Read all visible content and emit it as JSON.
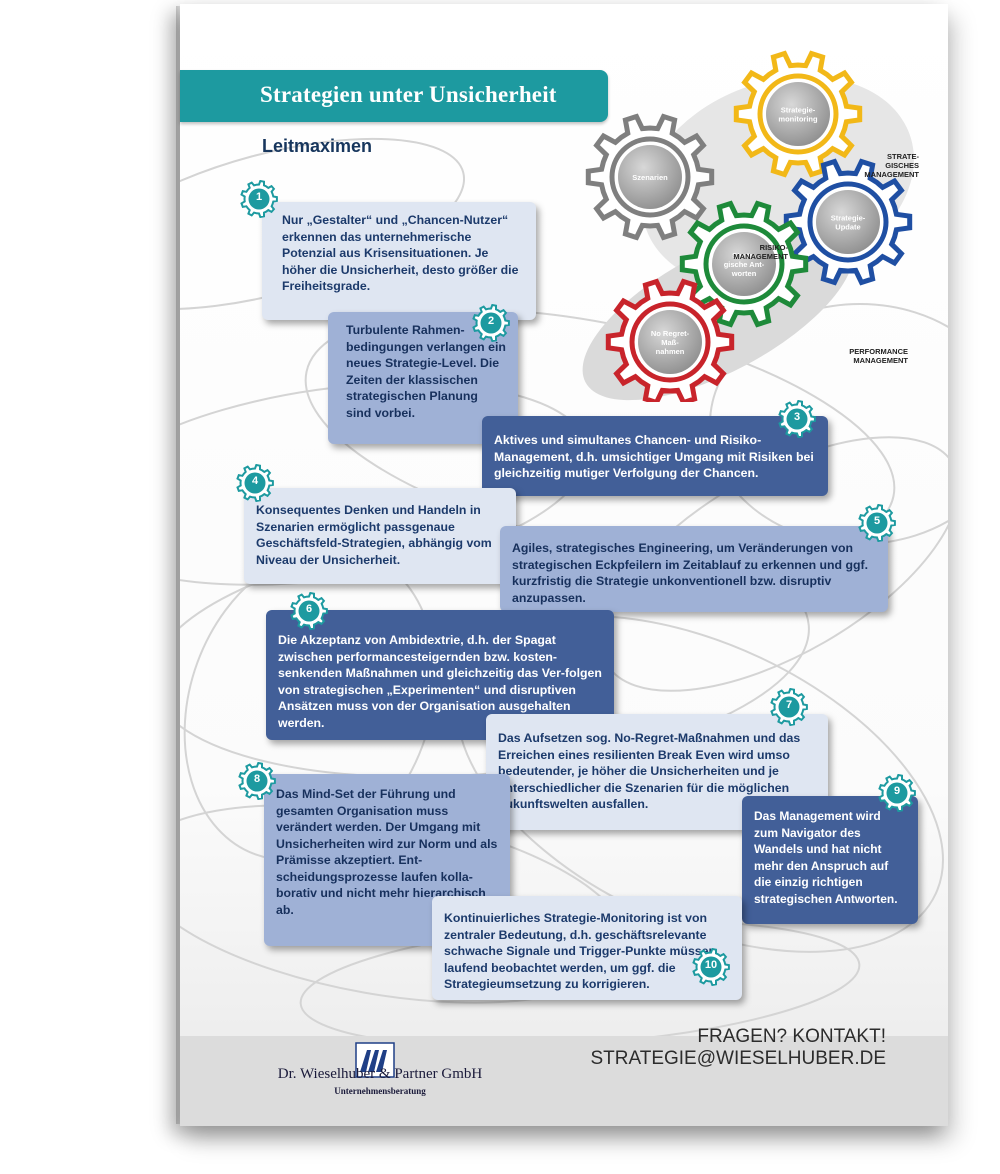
{
  "header": {
    "title": "Strategien unter Unsicherheit",
    "subtitle": "Leitmaximen"
  },
  "colors": {
    "teal": "#1d9aa0",
    "light_box": "#dfe6f2",
    "mid_box": "#9fb1d6",
    "dark_box": "#425f98",
    "gear_gray": "#7f7f7f",
    "gear_yellow": "#f2b818",
    "gear_blue": "#1f4fa3",
    "gear_green": "#1e8a3a",
    "gear_red": "#c8242b"
  },
  "diagram": {
    "gears": [
      {
        "icon": "gear-icon",
        "label": "Szenarien"
      },
      {
        "icon": "gear-icon",
        "label": "Strategie-\nmonitoring"
      },
      {
        "icon": "gear-icon",
        "label": "Strategie-\nUpdate"
      },
      {
        "icon": "gear-icon",
        "label": "Strate-\ngische Ant-\nworten"
      },
      {
        "icon": "gear-icon",
        "label": "No Regret-\nMaß-\nnahmen"
      }
    ],
    "area_labels": {
      "strategisches": "STRATE-\nGISCHES\nMANAGEMENT",
      "risiko": "RISIKO-\nMANAGEMENT",
      "performance": "PERFORMANCE\nMANAGEMENT"
    }
  },
  "maxims": [
    {
      "number": "1",
      "text": "Nur „Gestalter“ und „Chancen-Nutzer“ erkennen das unternehmerische Potenzial aus Krisensituationen. Je höher die Unsicherheit, desto größer die Freiheitsgrade."
    },
    {
      "number": "2",
      "text": "Turbulente Rahmen-bedingungen verlangen ein neues Strategie-Level. Die Zeiten der klassischen strategischen Planung sind vorbei."
    },
    {
      "number": "3",
      "text": "Aktives und simultanes Chancen- und Risiko-Management, d.h. umsichtiger Umgang mit Risiken bei gleichzeitig mutiger Verfolgung der Chancen."
    },
    {
      "number": "4",
      "text": "Konsequentes Denken und Handeln in Szenarien ermöglicht passgenaue Geschäftsfeld-Strategien, abhängig vom Niveau der Unsicherheit."
    },
    {
      "number": "5",
      "text": "Agiles, strategisches Engineering, um Veränderungen von strategischen Eckpfeilern im Zeitablauf zu erkennen und ggf. kurzfristig die Strategie unkonventionell bzw. disruptiv anzupassen."
    },
    {
      "number": "6",
      "text": "Die Akzeptanz von Ambidextrie, d.h. der Spagat zwischen performancesteigernden bzw. kosten-senkenden Maßnahmen und gleichzeitig das Ver-folgen von strategischen „Experimenten“ und disruptiven Ansätzen muss von der Organisation ausgehalten werden."
    },
    {
      "number": "7",
      "text": "Das Aufsetzen sog. No-Regret-Maßnahmen und das Erreichen eines resilienten Break Even wird umso bedeutender, je höher die Unsicherheiten und je unterschiedlicher die Szenarien für die möglichen Zukunftswelten ausfallen."
    },
    {
      "number": "8",
      "text": "Das Mind-Set der Führung und gesamten Organisation muss verändert werden. Der Umgang mit Unsicherheiten wird zur Norm und als Prämisse akzeptiert. Ent-scheidungsprozesse laufen kolla-borativ und nicht mehr hierarchisch ab."
    },
    {
      "number": "9",
      "text": "Das Management wird zum Navigator des Wandels und hat nicht mehr den Anspruch auf die einzig richtigen strategischen Antworten."
    },
    {
      "number": "10",
      "text": "Kontinuierliches Strategie-Monitoring ist von zentraler Bedeutung, d.h. geschäftsrelevante schwache Signale und Trigger-Punkte müssen laufend beobachtet werden, um ggf. die Strategieumsetzung zu korrigieren."
    }
  ],
  "footer": {
    "company": "Dr. Wieselhuber & Partner GmbH",
    "company_sub": "Unternehmensberatung",
    "contact_heading": "FRAGEN? KONTAKT!",
    "email": "STRATEGIE@WIESELHUBER.DE",
    "logo_icon": "company-logo-icon"
  }
}
